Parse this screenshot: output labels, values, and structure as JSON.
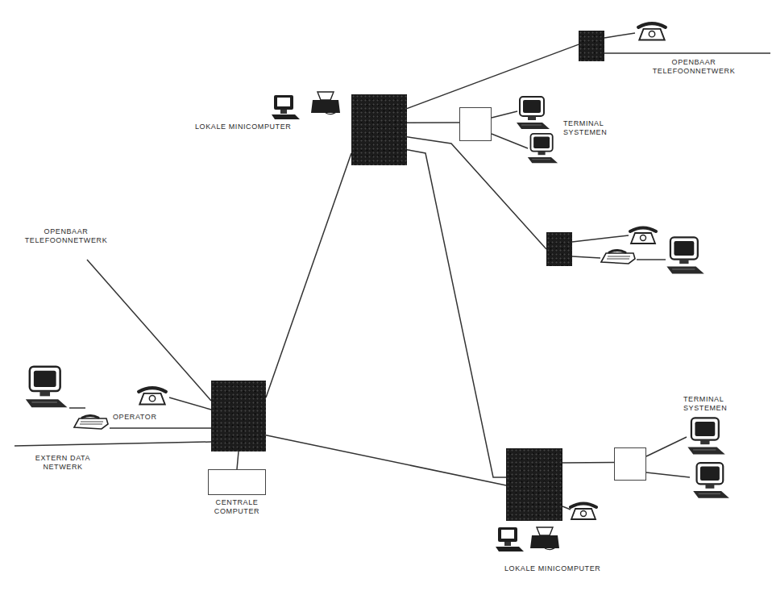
{
  "diagram": {
    "nodes": [
      {
        "text": []
      },
      {
        "text": []
      },
      {
        "text": []
      },
      {
        "text": []
      },
      {
        "text": []
      },
      {
        "text": [
          "CENTRALE COMPUTER"
        ]
      },
      {
        "text": []
      },
      {
        "text": []
      }
    ],
    "edges": [
      {
        "from": 4,
        "to": 0,
        "arrow": "none"
      },
      {
        "from": 4,
        "to": 6,
        "arrow": "none"
      },
      {
        "from": 0,
        "to": 6,
        "arrow": "none"
      },
      {
        "from": 0,
        "to": 1,
        "arrow": "none"
      },
      {
        "from": 0,
        "to": 2,
        "arrow": "none"
      },
      {
        "from": 0,
        "to": 3,
        "arrow": "none"
      },
      {
        "from": 4,
        "to": 5,
        "arrow": "none"
      },
      {
        "from": 6,
        "to": 7,
        "arrow": "none"
      }
    ],
    "labels": [
      "OPENBAAR TELEFOONNETWERK",
      "TERMINAL SYSTEMEN",
      "LOKALE MINICOMPUTER",
      "OPENBAAR TELEFOONNETWERK",
      "OPERATOR",
      "EXTERN DATA NETWERK",
      "TERMINAL SYSTEMEN",
      "LOKALE MINICOMPUTER"
    ]
  }
}
